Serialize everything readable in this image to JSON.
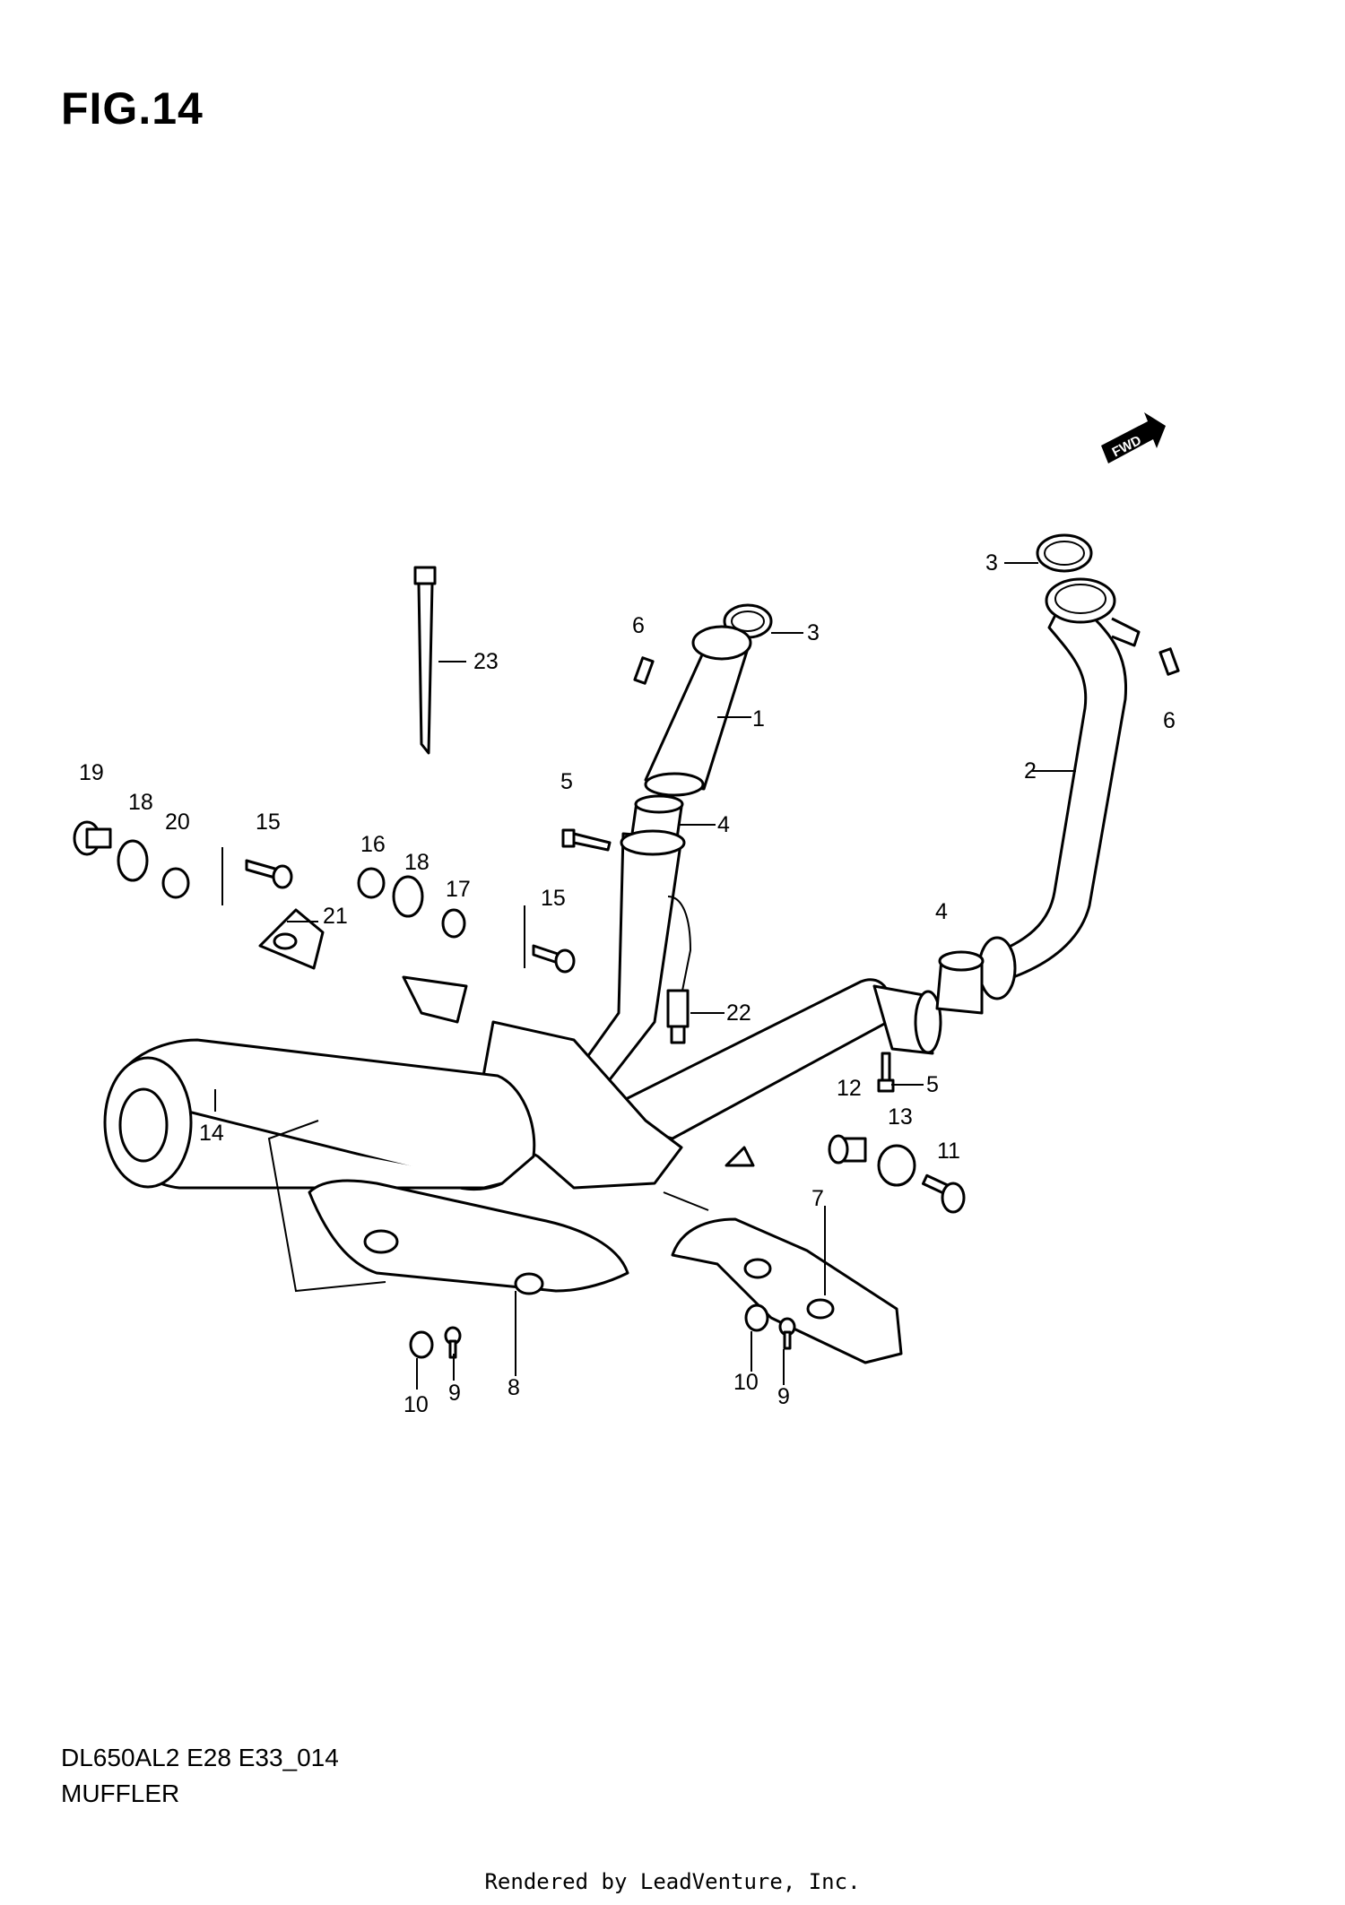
{
  "figure": {
    "title": "FIG.14"
  },
  "footer": {
    "model_code": "DL650AL2 E28 E33_014",
    "section_name": "MUFFLER",
    "credit": "Rendered by LeadVenture, Inc."
  },
  "badge": {
    "text": "FWD"
  },
  "callouts": {
    "c1": "1",
    "c2": "2",
    "c3a": "3",
    "c3b": "3",
    "c4a": "4",
    "c4b": "4",
    "c5a": "5",
    "c5b": "5",
    "c6a": "6",
    "c6b": "6",
    "c7": "7",
    "c8": "8",
    "c9a": "9",
    "c9b": "9",
    "c10a": "10",
    "c10b": "10",
    "c11": "11",
    "c12": "12",
    "c13": "13",
    "c14": "14",
    "c15a": "15",
    "c15b": "15",
    "c16": "16",
    "c17": "17",
    "c18a": "18",
    "c18b": "18",
    "c19": "19",
    "c20": "20",
    "c21": "21",
    "c22": "22",
    "c23": "23"
  }
}
